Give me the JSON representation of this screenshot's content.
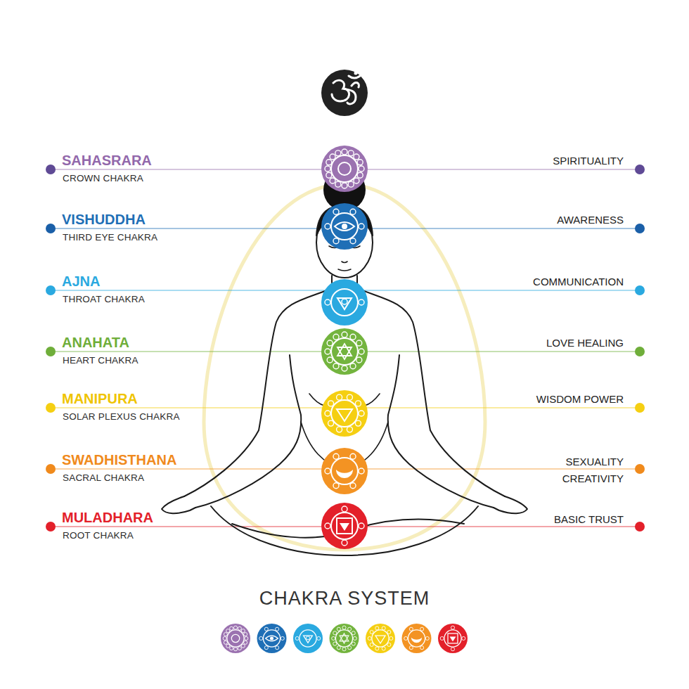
{
  "diagram": {
    "caption": "CHAKRA SYSTEM",
    "labels": [
      "SAHASRARA",
      "CROWN CHAKRA",
      "SPIRITUALITY",
      "VISHUDDHA",
      "THIRD EYE CHAKRA",
      "AWARENESS",
      "AJNA",
      "THROAT CHAKRA",
      "COMMUNICATION",
      "ANAHATA",
      "HEART CHAKRA",
      "LOVE HEALING",
      "MANIPURA",
      "SOLAR PLEXUS CHAKRA",
      "WISDOM POWER",
      "SWADHISTHANA",
      "SACRAL CHAKRA",
      "SEXUALITY CREATIVITY",
      "MULADHARA",
      "ROOT CHAKRA",
      "BASIC TRUST"
    ]
  }
}
